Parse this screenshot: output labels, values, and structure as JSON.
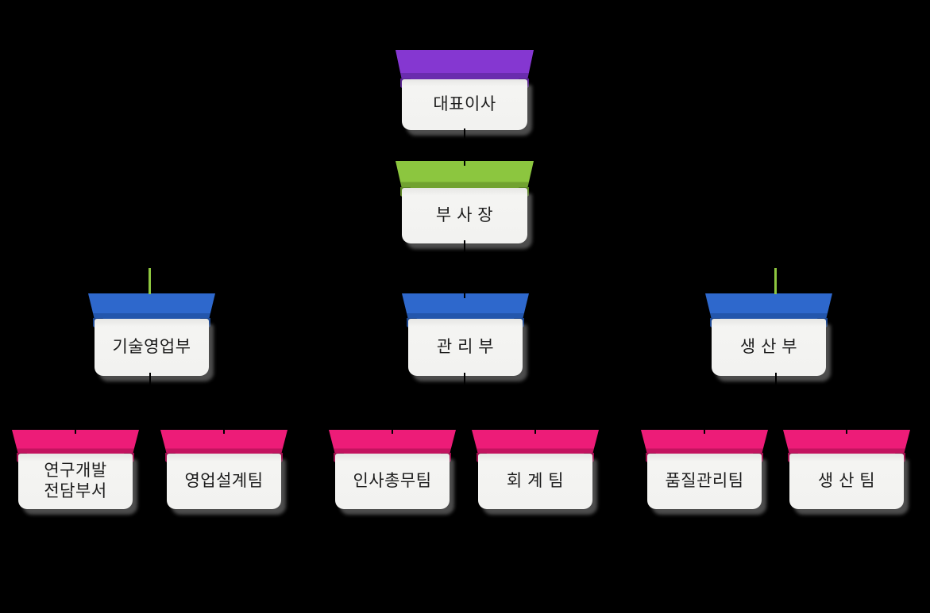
{
  "chart_title": "",
  "nodes": [
    {
      "id": "ceo",
      "label": "대표이사",
      "level": 1,
      "scheme": "purple"
    },
    {
      "id": "vice-president",
      "label": "부 사 장",
      "level": 2,
      "scheme": "green"
    },
    {
      "id": "dept-tech-sales",
      "label": "기술영업부",
      "level": 3,
      "scheme": "blue"
    },
    {
      "id": "dept-admin",
      "label": "관 리 부",
      "level": 3,
      "scheme": "blue"
    },
    {
      "id": "dept-production",
      "label": "생 산 부",
      "level": 3,
      "scheme": "blue"
    },
    {
      "id": "team-rnd",
      "label": "연구개발\n전담부서",
      "level": 4,
      "scheme": "pink"
    },
    {
      "id": "team-sales-design",
      "label": "영업설계팀",
      "level": 4,
      "scheme": "pink"
    },
    {
      "id": "team-hr-general",
      "label": "인사총무팀",
      "level": 4,
      "scheme": "pink"
    },
    {
      "id": "team-accounting",
      "label": "회 계 팀",
      "level": 4,
      "scheme": "pink"
    },
    {
      "id": "team-quality",
      "label": "품질관리팀",
      "level": 4,
      "scheme": "pink"
    },
    {
      "id": "team-production",
      "label": "생 산 팀",
      "level": 4,
      "scheme": "pink"
    }
  ],
  "theme": {
    "background": "#000000",
    "purple": "#8537d1",
    "purple_dark": "#6a2cae",
    "purple_fold": "#58258f",
    "green": "#8cc63f",
    "green_dark": "#71a230",
    "green_fold": "#5c8526",
    "blue": "#2e68cc",
    "blue_dark": "#2356ac",
    "blue_fold": "#1b4690",
    "pink": "#ed1c78",
    "pink_dark": "#c3135f",
    "pink_fold": "#9e0f4e",
    "body": "#f2f2f0",
    "text": "#1c1c1c",
    "shadow": "#8d8d8d8c",
    "connector": "#000000",
    "connector_accent": "#8dc63f"
  }
}
